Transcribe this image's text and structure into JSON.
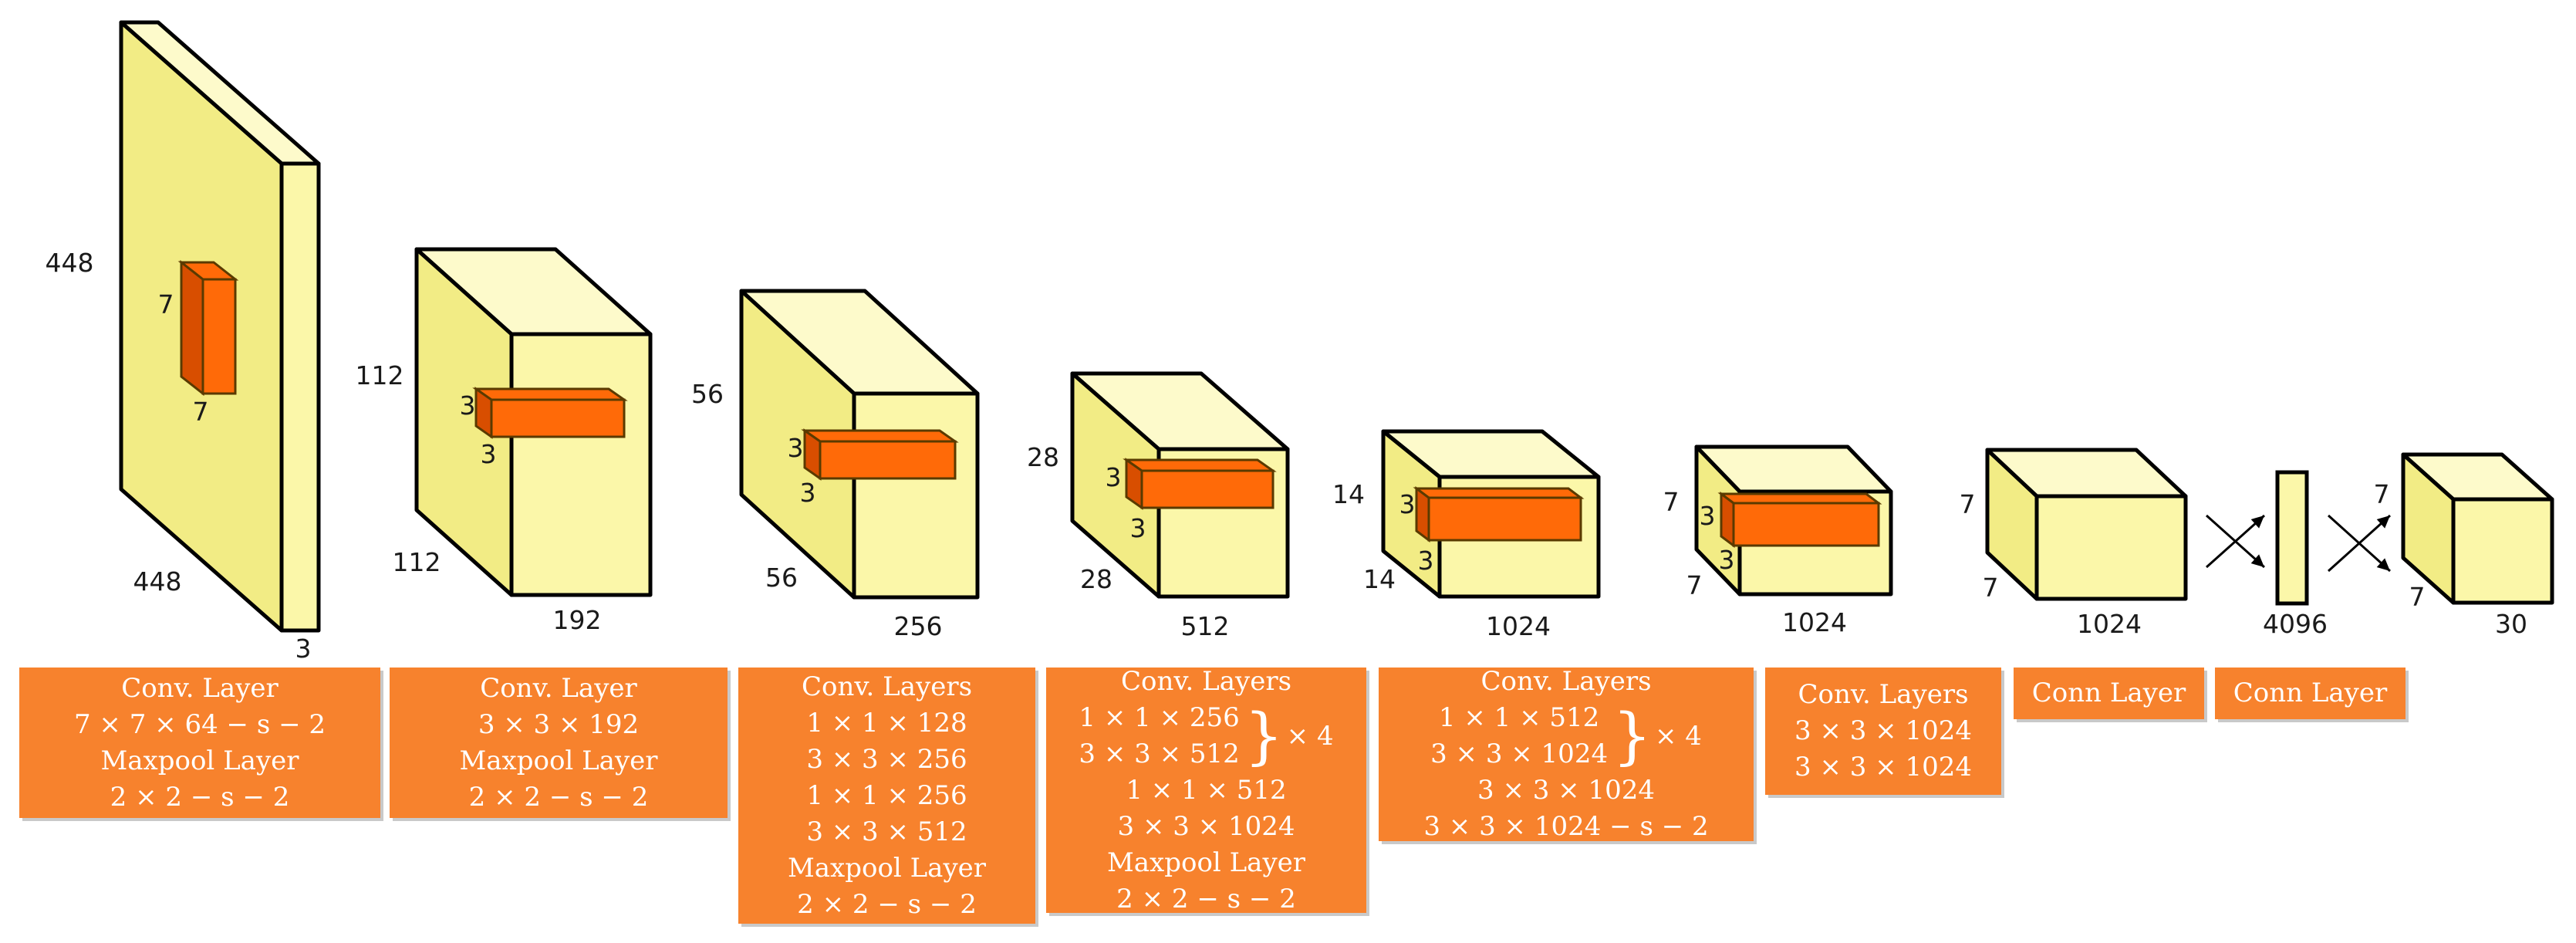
{
  "colors": {
    "volume": "#fbf7a9",
    "volume_top": "#fdfacb",
    "volume_side": "#f2ec85",
    "kernel": "#ff6a08",
    "kernel_side": "#d84e00",
    "box_fill": "#f7822d",
    "box_text": "#ffffff"
  },
  "volumes": [
    {
      "id": "input",
      "labels": {
        "height": "448",
        "width": "448",
        "depth": "3"
      },
      "kernel": [
        "7",
        "7"
      ]
    },
    {
      "id": "conv1",
      "labels": {
        "height": "112",
        "width": "112",
        "depth": "192"
      },
      "kernel": [
        "3",
        "3"
      ]
    },
    {
      "id": "conv2",
      "labels": {
        "height": "56",
        "width": "56",
        "depth": "256"
      },
      "kernel": [
        "3",
        "3"
      ]
    },
    {
      "id": "conv3",
      "labels": {
        "height": "28",
        "width": "28",
        "depth": "512"
      },
      "kernel": [
        "3",
        "3"
      ]
    },
    {
      "id": "conv4",
      "labels": {
        "height": "14",
        "width": "14",
        "depth": "1024"
      },
      "kernel": [
        "3",
        "3"
      ]
    },
    {
      "id": "conv5",
      "labels": {
        "height": "7",
        "width": "7",
        "depth": "1024"
      },
      "kernel": [
        "3",
        "3"
      ]
    },
    {
      "id": "conv6",
      "labels": {
        "height": "7",
        "width": "7",
        "depth": "1024"
      }
    },
    {
      "id": "fc",
      "labels": {
        "depth": "4096"
      }
    },
    {
      "id": "output",
      "labels": {
        "height": "7",
        "width": "7",
        "depth": "30"
      }
    }
  ],
  "boxes": [
    {
      "id": "b1",
      "lines": [
        "Conv. Layer",
        "7 × 7 × 64 − s − 2",
        "Maxpool Layer",
        "2 × 2 − s − 2"
      ]
    },
    {
      "id": "b2",
      "lines": [
        "Conv. Layer",
        "3 × 3 × 192",
        "Maxpool Layer",
        "2 × 2 − s − 2"
      ]
    },
    {
      "id": "b3",
      "lines": [
        "Conv. Layers",
        "1 × 1 × 128",
        "3 × 3 × 256",
        "1 × 1 × 256",
        "3 × 3 × 512",
        "Maxpool Layer",
        "2 × 2 − s − 2"
      ]
    },
    {
      "id": "b4",
      "title": "Conv. Layers",
      "group": [
        "1 × 1 × 256",
        "3 × 3 × 512"
      ],
      "repeat": "× 4",
      "after": [
        "1 × 1 × 512",
        "3 × 3 × 1024",
        "Maxpool Layer",
        "2 × 2 − s − 2"
      ]
    },
    {
      "id": "b5",
      "title": "Conv. Layers",
      "group": [
        "1 × 1 × 512",
        "3 × 3 × 1024"
      ],
      "repeat": "× 4",
      "after": [
        "3 × 3 × 1024",
        "3 × 3 × 1024 − s − 2"
      ]
    },
    {
      "id": "b6",
      "lines": [
        "Conv. Layers",
        "3 × 3 × 1024",
        "3 × 3 × 1024"
      ]
    },
    {
      "id": "b7",
      "lines": [
        "Conn Layer"
      ]
    },
    {
      "id": "b8",
      "lines": [
        "Conn Layer"
      ]
    }
  ]
}
